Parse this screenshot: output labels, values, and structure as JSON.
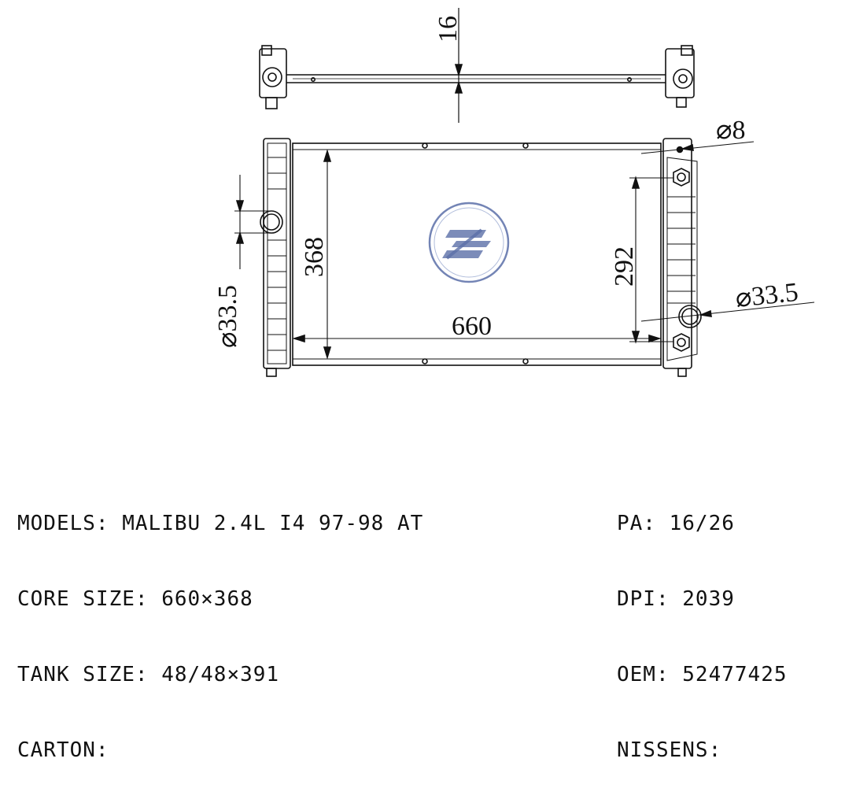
{
  "dimensions": {
    "tank_thickness": "16",
    "bracket_hole": "⌀8",
    "core_height": "368",
    "outlet_spacing": "292",
    "core_width": "660",
    "inlet_left": "⌀33.5",
    "inlet_right": "⌀33.5"
  },
  "specs_left": [
    {
      "label": "MODELS: ",
      "value": "MALIBU 2.4L I4 97-98 AT"
    },
    {
      "label": "CORE SIZE: ",
      "value": "660×368"
    },
    {
      "label": "TANK SIZE: ",
      "value": "48/48×391"
    },
    {
      "label": "CARTON:",
      "value": ""
    }
  ],
  "specs_right": [
    {
      "label": "PA: ",
      "value": "16/26"
    },
    {
      "label": "DPI: ",
      "value": "2039"
    },
    {
      "label": "OEM: ",
      "value": "52477425"
    },
    {
      "label": "NISSENS:",
      "value": ""
    }
  ],
  "colors": {
    "line": "#111111",
    "logo": "#5b6fa8"
  }
}
